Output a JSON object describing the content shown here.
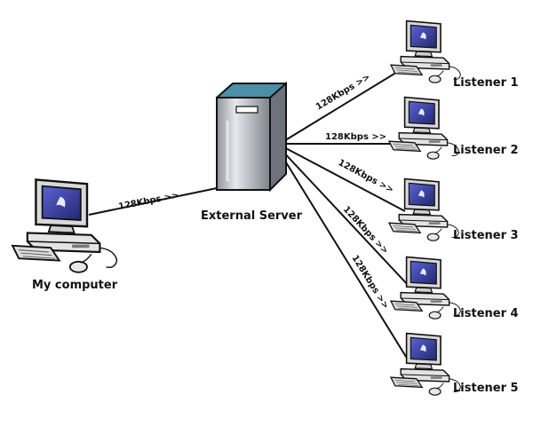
{
  "nodes": {
    "source": {
      "label": "My computer"
    },
    "server": {
      "label": "External Server"
    },
    "listeners": [
      {
        "label": "Listener 1"
      },
      {
        "label": "Listener 2"
      },
      {
        "label": "Listener 3"
      },
      {
        "label": "Listener 4"
      },
      {
        "label": "Listener 5"
      }
    ]
  },
  "links": {
    "upload": {
      "label": "128Kbps >>"
    },
    "streams": [
      {
        "label": "128Kbps >>"
      },
      {
        "label": "128Kbps >>"
      },
      {
        "label": "128Kbps >>"
      },
      {
        "label": "128Kbps >>"
      },
      {
        "label": "128Kbps >>"
      }
    ]
  },
  "colors": {
    "line": "#111111",
    "screen": "#3a3fa8",
    "server_body": "#b9bcc4",
    "server_cap": "#4d8fa6",
    "computer_case": "#e4e4e4"
  },
  "icons": {
    "source_device": "desktop-computer-icon",
    "server_device": "tower-server-icon",
    "listener_device": "desktop-computer-icon"
  }
}
